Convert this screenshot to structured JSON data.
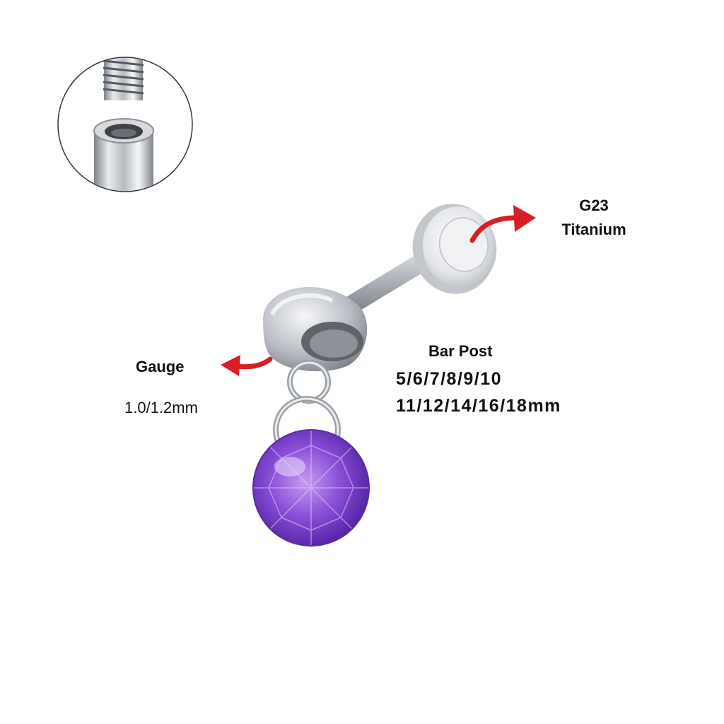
{
  "labels": {
    "material": {
      "grade": "G23",
      "name": "Titanium"
    },
    "gauge": {
      "title": "Gauge",
      "value": "1.0/1.2mm"
    },
    "bar_post": {
      "title": "Bar Post",
      "sizes_row1": "5/6/7/8/9/10",
      "sizes_row2": "11/12/14/16/18mm"
    }
  },
  "colors": {
    "background": "#ffffff",
    "text": "#111111",
    "arrow": "#d61f26",
    "gem": "#7a3fd0",
    "metal": "#c9ccd1"
  },
  "icons": {
    "detail_inset": "thread-closeup-icon",
    "material_arrow": "curved-arrow-right-icon",
    "gauge_arrow": "curved-arrow-left-icon"
  }
}
